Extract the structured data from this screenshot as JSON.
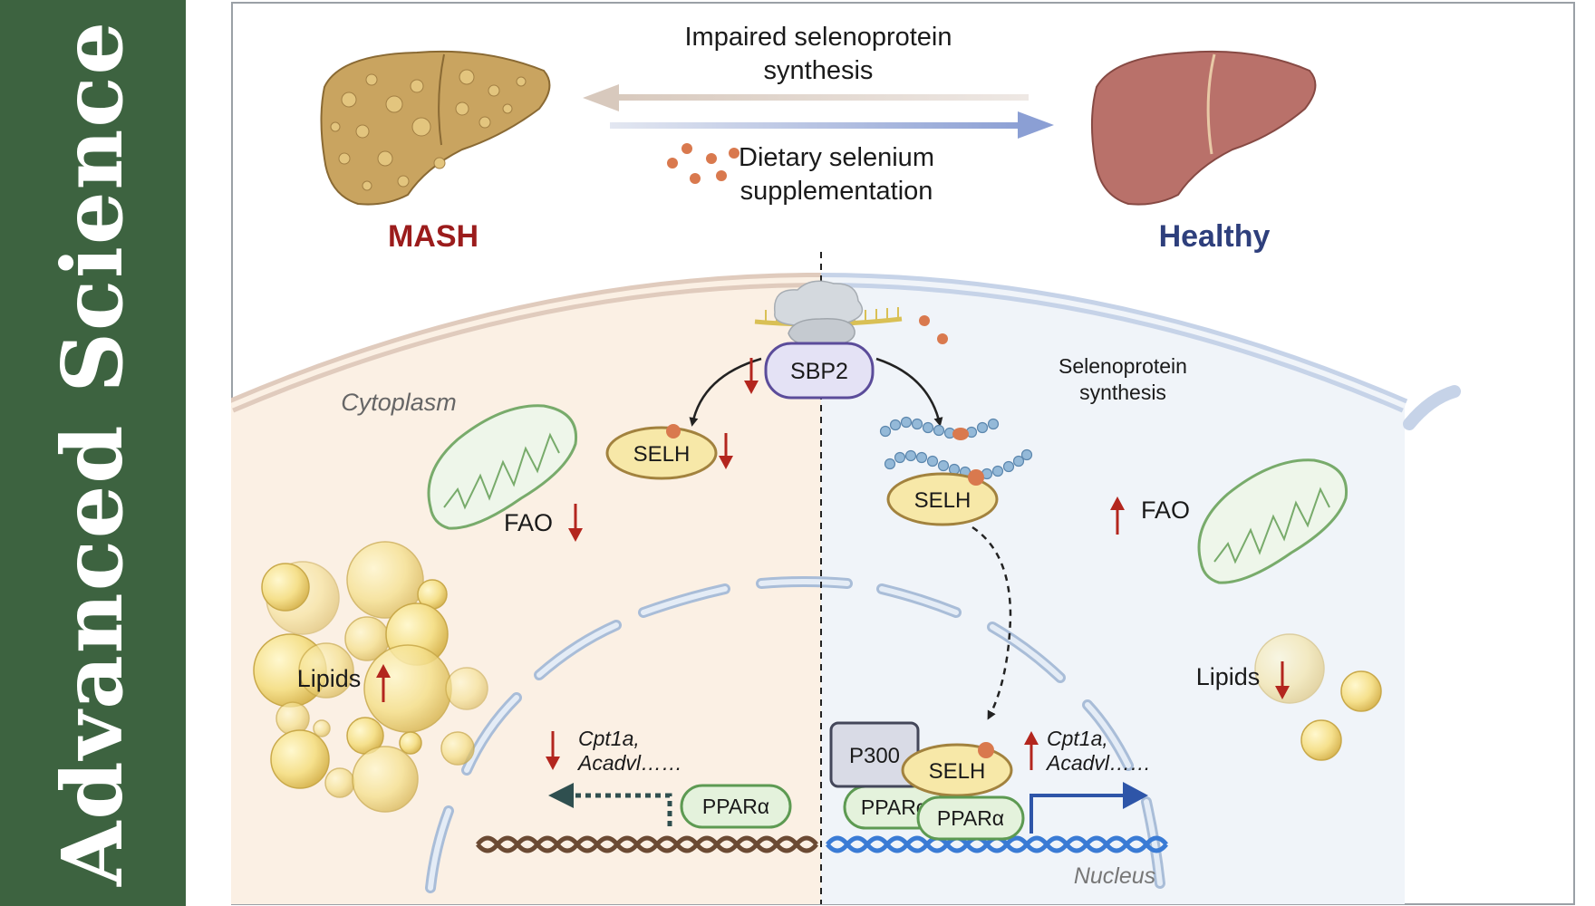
{
  "sidebar": {
    "journal": "Advanced Science"
  },
  "top": {
    "impaired_line1": "Impaired selenoprotein",
    "impaired_line2": "synthesis",
    "dietary_line1": "Dietary selenium",
    "dietary_line2": "supplementation",
    "mash_label": "MASH",
    "healthy_label": "Healthy"
  },
  "cell": {
    "cytoplasm": "Cytoplasm",
    "nucleus": "Nucleus",
    "sbp2": "SBP2",
    "selh": "SELH",
    "selenoprotein_line1": "Selenoprotein",
    "selenoprotein_line2": "synthesis",
    "fao": "FAO",
    "lipids": "Lipids",
    "genes_line1": "Cpt1a,",
    "genes_line2": "Acadvl……",
    "ppara": "PPARα",
    "p300": "P300"
  },
  "colors": {
    "sidebar_green": "#3d6340",
    "mash_red": "#9b1c1c",
    "healthy_blue": "#2e3f7c",
    "arrow_red": "#b3261e",
    "left_bg": "#fbf0e4",
    "right_bg": "#f0f4f9"
  },
  "icons": [
    "mash-liver-icon",
    "healthy-liver-icon",
    "selenium-dots-icon",
    "ribosome-icon",
    "mitochondria-icon",
    "lipid-droplet-icon",
    "dna-helix-icon"
  ]
}
